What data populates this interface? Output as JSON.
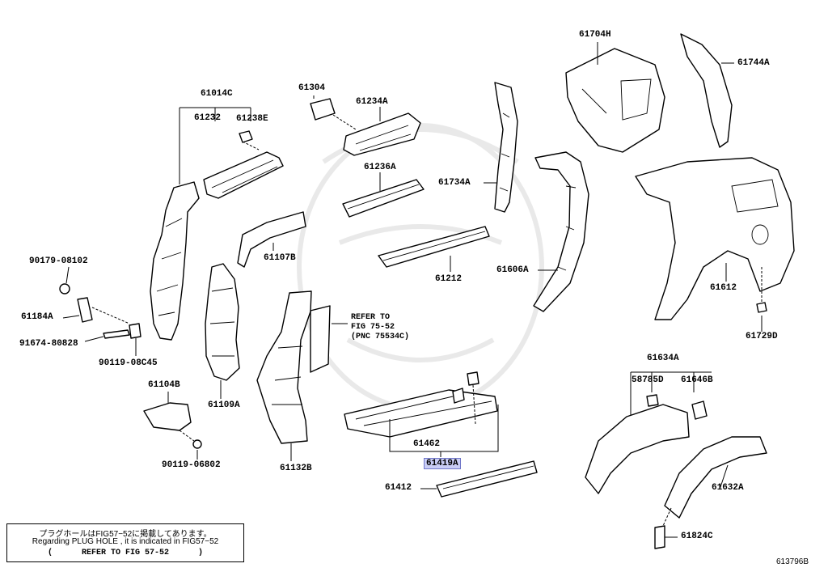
{
  "labels": {
    "p61014C": "61014C",
    "p61232": "61232",
    "p61238E": "61238E",
    "p61304": "61304",
    "p61234A": "61234A",
    "p61236A": "61236A",
    "p61107B": "61107B",
    "p61734A": "61734A",
    "p61704H": "61704H",
    "p61744A": "61744A",
    "p61212": "61212",
    "p61606A": "61606A",
    "p61612": "61612",
    "p61729D": "61729D",
    "p90179_08102": "90179-08102",
    "p61184A": "61184A",
    "p91674_80828": "91674-80828",
    "p90119_08C45": "90119-08C45",
    "p61109A": "61109A",
    "p61104B": "61104B",
    "p90119_06802": "90119-06802",
    "p61132B": "61132B",
    "p61462": "61462",
    "p61419A": "61419A",
    "p61412": "61412",
    "p61634A": "61634A",
    "p58785D": "58785D",
    "p61646B": "61646B",
    "p61632A": "61632A",
    "p61824C": "61824C"
  },
  "refer": {
    "line1": "REFER TO",
    "line2": "FIG 75-52",
    "line3": "(PNC 75534C)"
  },
  "note": {
    "line1": "プラグホールはFIG57−52に掲載してあります。",
    "line2": "Regarding PLUG HOLE , it is indicated in FIG57−52",
    "line3": "(      REFER TO FIG 57-52      )"
  },
  "figure_code": "613796B",
  "highlight_color": "#c9cdf5"
}
